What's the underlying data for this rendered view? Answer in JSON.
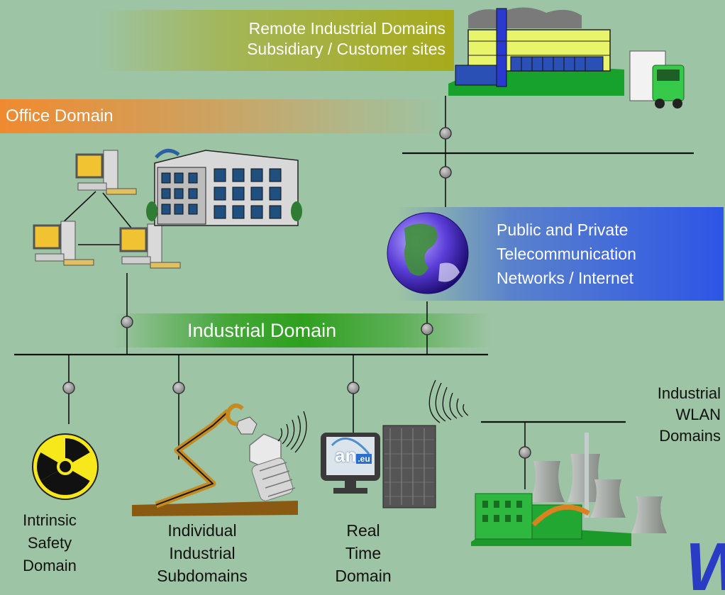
{
  "labels": {
    "remote_line1": "Remote Industrial Domains",
    "remote_line2": "Subsidiary / Customer sites",
    "office": "Office Domain",
    "public_line1": "Public and Private",
    "public_line2": "Telecommunication",
    "public_line3": "Networks / Internet",
    "industrial": "Industrial Domain",
    "wlan_line1": "Industrial",
    "wlan_line2": "WLAN",
    "wlan_line3": "Domains",
    "intrinsic_line1": "Intrinsic",
    "intrinsic_line2": "Safety",
    "intrinsic_line3": "Domain",
    "individual_line1": "Individual",
    "individual_line2": "Industrial",
    "individual_line3": "Subdomains",
    "realtime_line1": "Real",
    "realtime_line2": "Time",
    "realtime_line3": "Domain",
    "screen_logo_1": "an",
    "screen_logo_2": ".eu",
    "corner_mark": "W"
  },
  "colors": {
    "background": "#9dc4a4",
    "remote_band": "#a8aa1c",
    "office_band": "#f08a30",
    "public_band": "#2d55e6",
    "industrial_band": "#2ea01e",
    "line": "#111111",
    "node": "#9c9c9c",
    "corner_mark": "#2b3cc4"
  }
}
